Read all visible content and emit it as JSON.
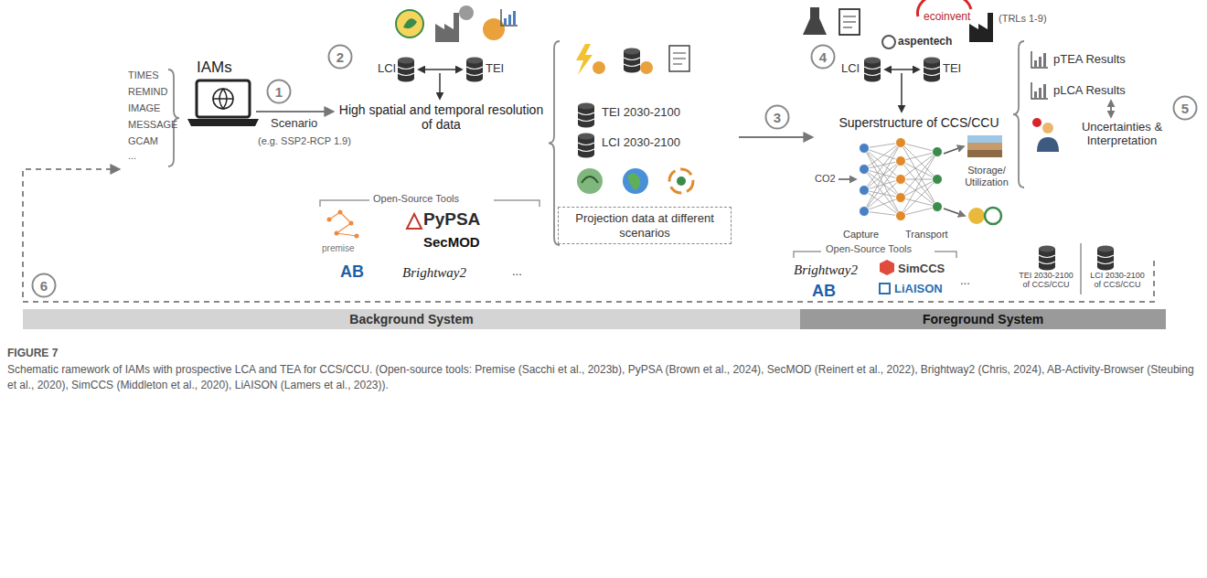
{
  "diagram": {
    "title": "FIGURE 7",
    "caption": "Schematic ramework of IAMs with prospective LCA and TEA for CCS/CCU. (Open-source tools: Premise (Sacchi et al., 2023b), PyPSA (Brown et al., 2024), SecMOD (Reinert et al., 2022), Brightway2 (Chris, 2024), AB-Activity-Browser (Steubing et al., 2020), SimCCS (Middleton et al., 2020), LiAISON (Lamers et al., 2023)).",
    "nodes": [
      {
        "text": [
          "Background System"
        ]
      },
      {
        "text": [
          "Foreground System"
        ]
      },
      {
        "text": [
          "Projection data at different scenarios"
        ]
      },
      {
        "text": [
          "1"
        ]
      },
      {
        "text": [
          "2"
        ]
      },
      {
        "text": [
          "3"
        ]
      },
      {
        "text": [
          "4"
        ]
      },
      {
        "text": [
          "5"
        ]
      },
      {
        "text": [
          "6"
        ]
      }
    ],
    "labels": [
      "TIMES",
      "REMIND",
      "IMAGE",
      "MESSAGE",
      "GCAM",
      "...",
      "IAMs",
      "Scenario",
      "(e.g. SSP2-RCP 1.9)",
      "LCI",
      "TEI",
      "High spatial and temporal resolution of data",
      "Open-Source Tools",
      "premise",
      "PyPSA",
      "SecMOD",
      "AB",
      "Brightway2",
      "...",
      "TEI 2030-2100",
      "LCI 2030-2100",
      "ecoinvent",
      "aspentech",
      "(TRLs 1-9)",
      "LCI",
      "TEI",
      "Superstructure of CCS/CCU",
      "CO2",
      "Capture",
      "Transport",
      "Storage/ Utilization",
      "Open-Source Tools",
      "Brightway2",
      "SimCCS",
      "AB",
      "LiAISON",
      "...",
      "pTEA Results",
      "pLCA Results",
      "Uncertainties & Interpretation",
      "TEI 2030-2100 of CCS/CCU",
      "LCI 2030-2100 of CCS/CCU"
    ]
  }
}
